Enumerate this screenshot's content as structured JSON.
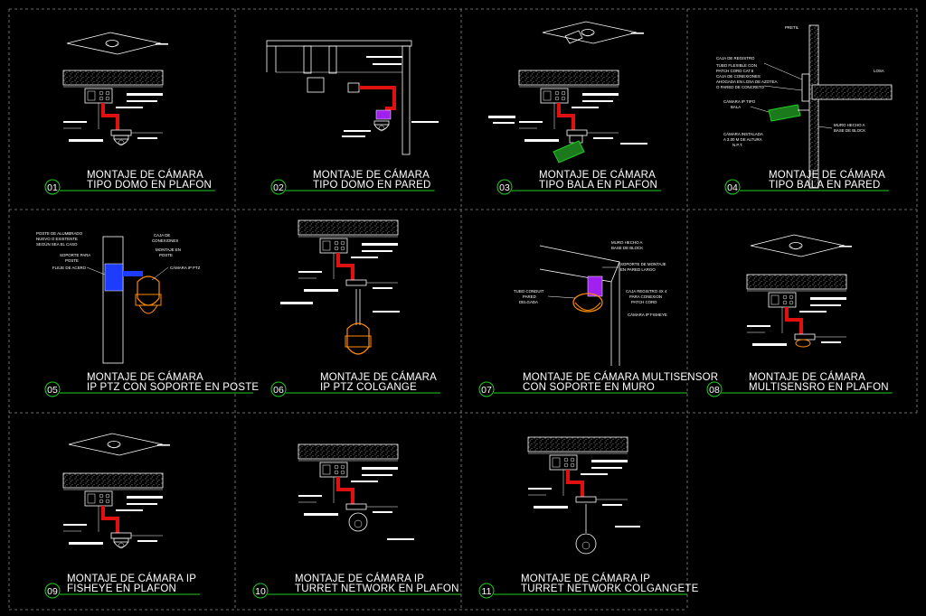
{
  "panels": [
    {
      "num": "01",
      "line1": "MONTAJE DE CÁMARA",
      "line2": "TIPO DOMO EN PLAFON"
    },
    {
      "num": "02",
      "line1": "MONTAJE DE CÁMARA",
      "line2": "TIPO DOMO EN PARED"
    },
    {
      "num": "03",
      "line1": "MONTAJE DE CÁMARA",
      "line2": "TIPO BALA EN PLAFON"
    },
    {
      "num": "04",
      "line1": "MONTAJE DE CÁMARA",
      "line2": "TIPO BALA EN PARED"
    },
    {
      "num": "05",
      "line1": "MONTAJE DE CÁMARA",
      "line2": "IP PTZ CON SOPORTE EN POSTE"
    },
    {
      "num": "06",
      "line1": "MONTAJE DE CÁMARA",
      "line2": "IP PTZ COLGANGE"
    },
    {
      "num": "07",
      "line1": "MONTAJE DE CÁMARA MULTISENSOR",
      "line2": "CON SOPORTE EN MURO"
    },
    {
      "num": "08",
      "line1": "MONTAJE DE CÁMARA",
      "line2": "MULTISENSRO EN PLAFON"
    },
    {
      "num": "09",
      "line1": "MONTAJE DE CÁMARA IP",
      "line2": "FISHEYE  EN PLAFON"
    },
    {
      "num": "10",
      "line1": "MONTAJE DE CÁMARA IP",
      "line2": "TURRET NETWORK EN PLAFON"
    },
    {
      "num": "11",
      "line1": "MONTAJE DE CÁMARA IP",
      "line2": "TURRET NETWORK COLGANGETE"
    }
  ],
  "notes": {
    "p04": {
      "pretil": "PRETIL",
      "losa": "LOSA",
      "caja": "CAJA DE REGISTRO",
      "tubo1": "TUBO FLEXIBLE CON",
      "tubo2": "PATCH CORD CAT.6",
      "caja2a": "CAJA DE CONEXIONES",
      "caja2b": "AHOGADA EN LOSA DE AZOTEA",
      "caja2c": "O PARED DE CONCRETO",
      "cam1": "CÁMARA IP TIPO",
      "cam2": "BALA",
      "muro1": "MURO HECHO A",
      "muro2": "BASE DE BLOCK",
      "inst1": "CÁMARA INSTALADA",
      "inst2": "A 3.00 M DE ALTURA",
      "inst3": "N.P.T."
    },
    "p05": {
      "poste1": "POSTE DE ALUMBRADO",
      "poste2": "NUEVO O EXISTENTE",
      "poste3": "SEGÚN SEA EL CASO",
      "cajaA": "CAJA DE",
      "cajaB": "CONEXIONES",
      "soporte1": "SOPORTE PARA",
      "soporte2": "POSTE",
      "montaje1": "MONTAJE EN",
      "montaje2": "POSTE",
      "fleje": "FLEJE DE ACERO",
      "ptz": "CÁMARA IP PTZ"
    },
    "p07": {
      "muro1": "MURO HECHO A",
      "muro2": "BASE DE BLOCK",
      "sop1": "SOPORTE DE MONTAJE",
      "sop2": "EN PARED LARGO",
      "tubo1": "TUBO CONDUIT",
      "tubo2": "PARED",
      "tubo3": "DELGADA",
      "caja1": "CAJA REGISTRO 4X 4",
      "caja2": "PARA CONEXION",
      "caja3": "PATCH CORD",
      "fish": "CÁMARA IP FISHEYE"
    }
  },
  "colors": {
    "background": "#000000",
    "line": "#ffffff",
    "grid": "#8a8a8a",
    "conduit": "#e01010",
    "underline": "#22cc22",
    "camera_green": "#22cc22",
    "camera_orange": "#ff8c00",
    "bracket_blue": "#1e3cff",
    "bracket_purple": "#a020f0"
  }
}
